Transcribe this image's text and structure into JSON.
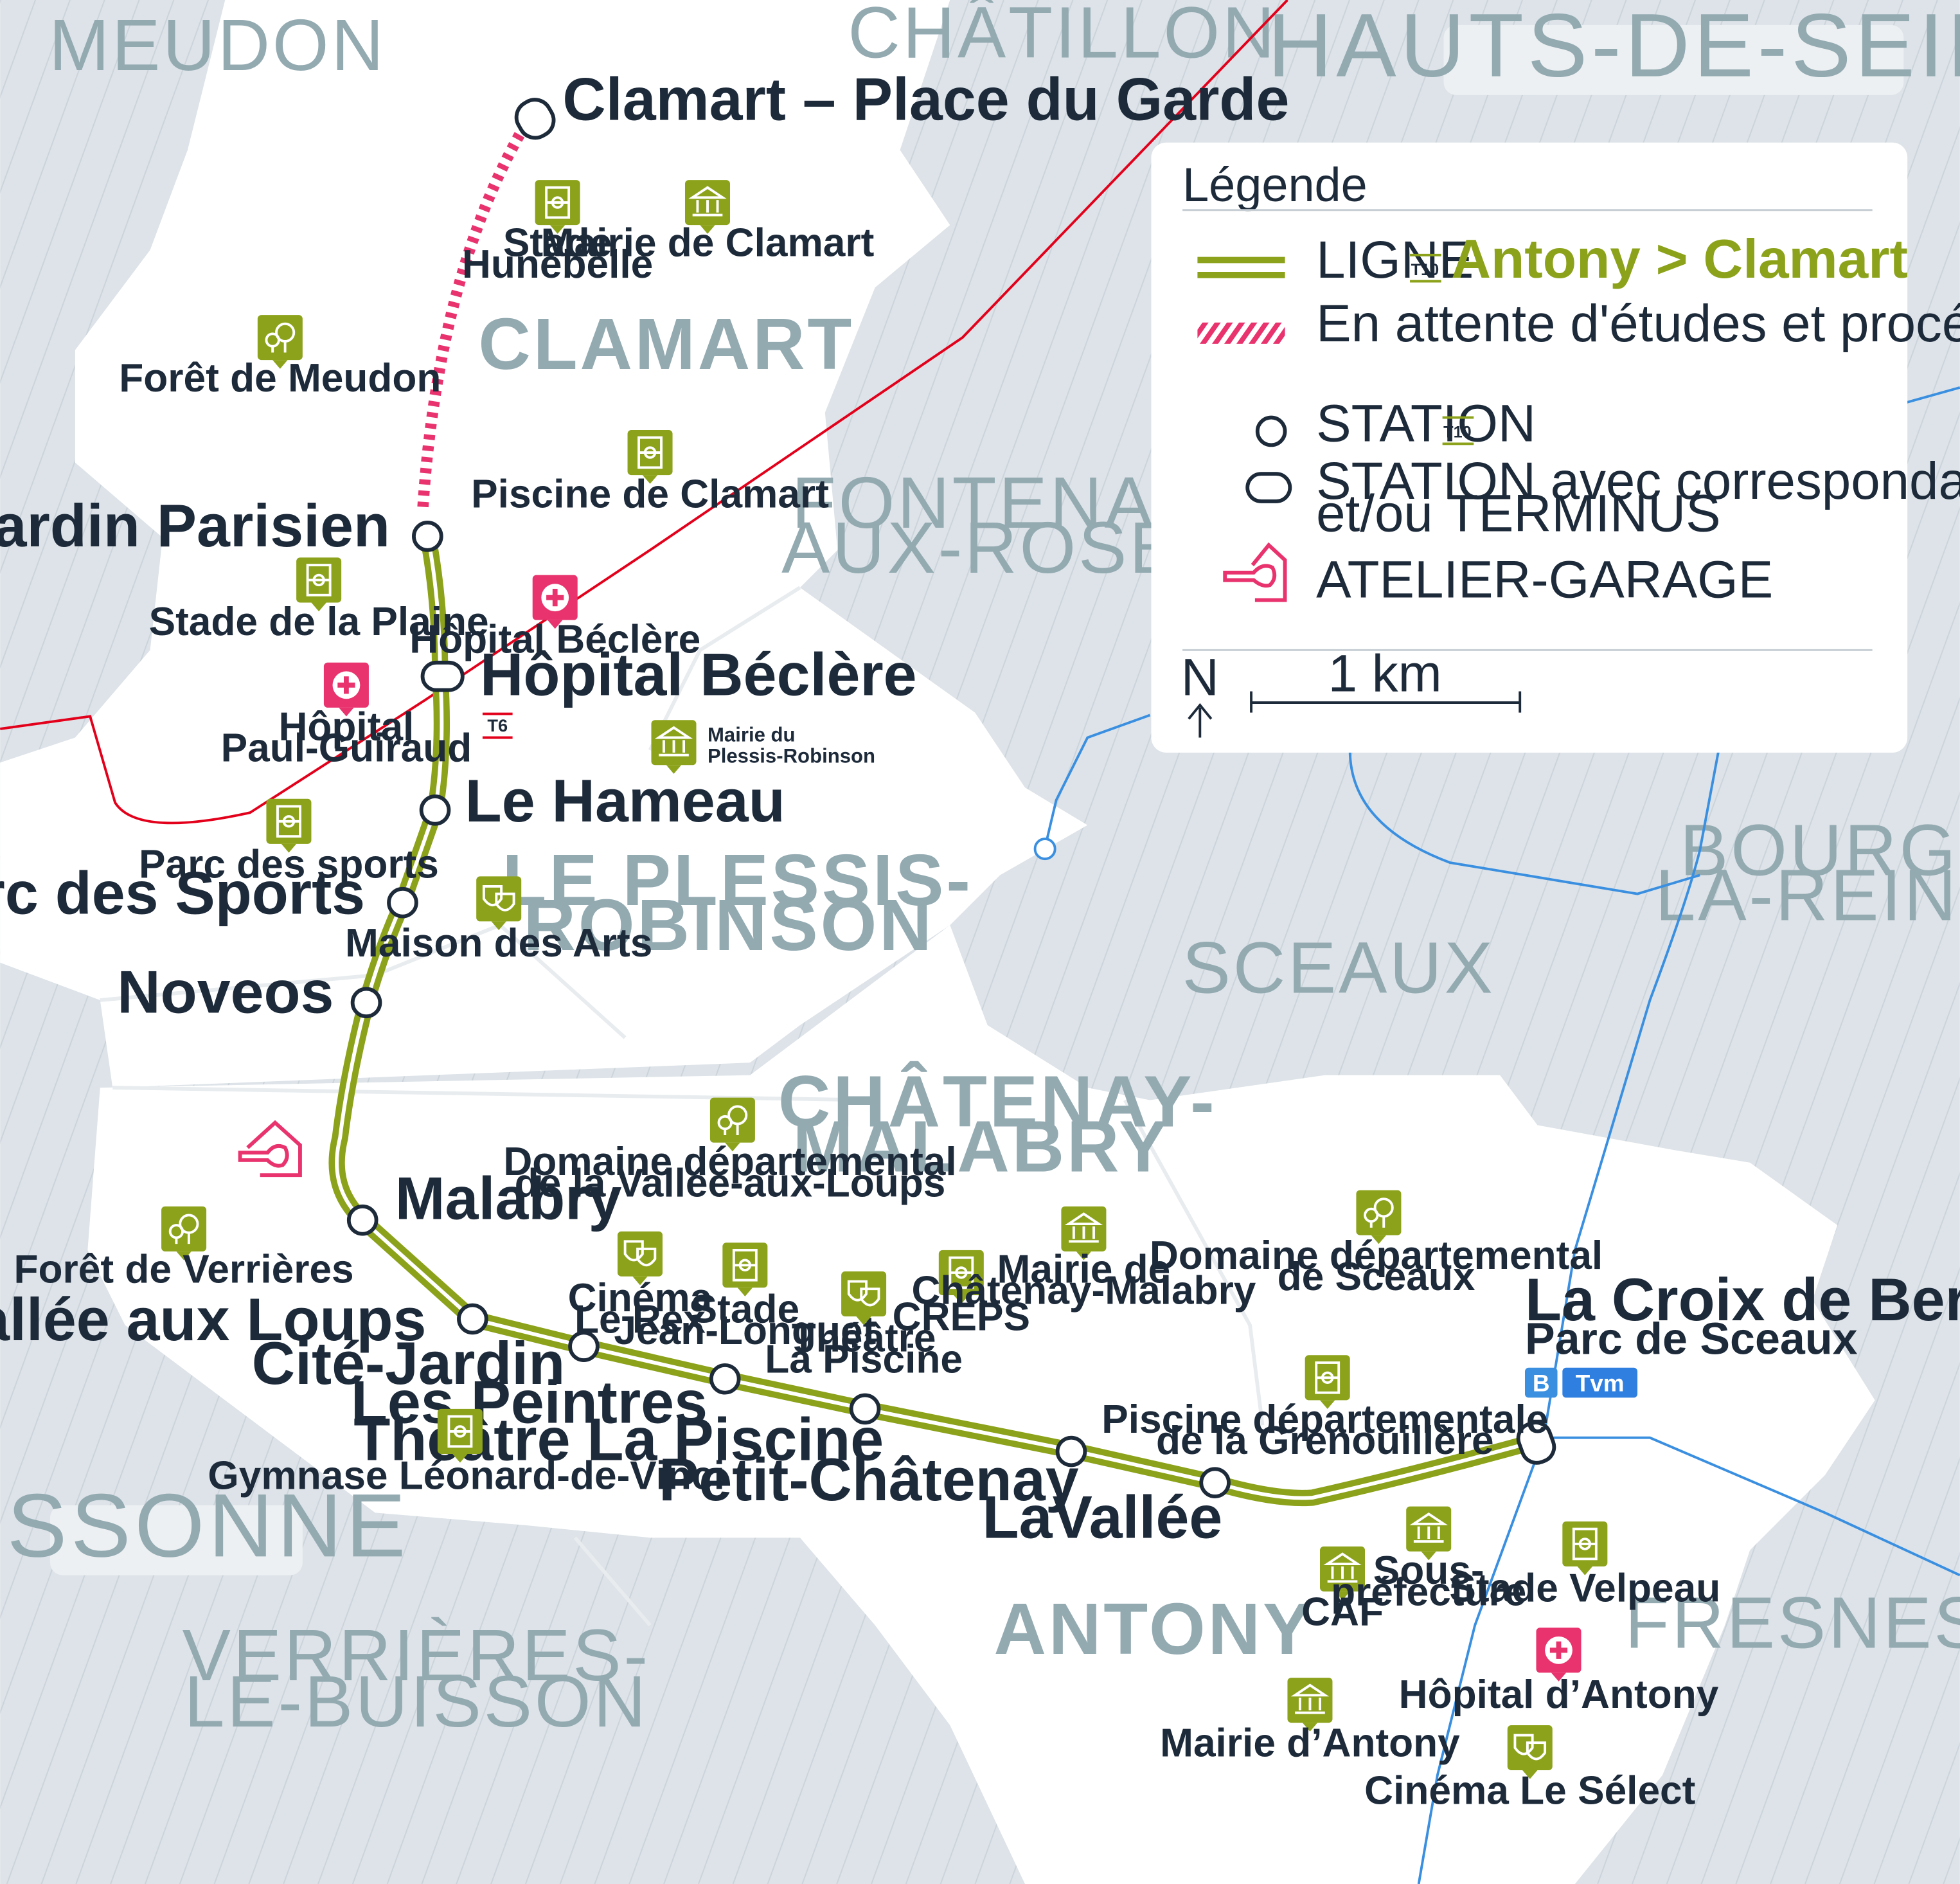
{
  "departments": {
    "top_right": "HAUTS-DE-SEINE",
    "bottom_left": "ESSONNE"
  },
  "communes": {
    "meudon": "MEUDON",
    "chatillon": "CHÂTILLON",
    "clamart": "CLAMART",
    "fontenay_1": "FONTENAY-",
    "fontenay_2": "AUX-ROSES",
    "plessis_1": "LE PLESSIS-",
    "plessis_2": "ROBINSON",
    "sceaux": "SCEAUX",
    "bourg_1": "BOURG-",
    "bourg_2": "LA-REINE",
    "chatenay_1": "CHÂTENAY-",
    "chatenay_2": "MALABRY",
    "verrieres_1": "VERRIÈRES-",
    "verrieres_2": "LE-BUISSON",
    "antony": "ANTONY",
    "fresnes": "FRESNES"
  },
  "stations": {
    "clamart_garde": "Clamart – Place du Garde",
    "jardin_parisien": "Jardin Parisien",
    "hopital_beclere": "Hôpital Béclère",
    "le_hameau": "Le Hameau",
    "parc_des_sports": "Parc des Sports",
    "noveos": "Noveos",
    "malabry": "Malabry",
    "vallee_aux_loups": "Vallée aux Loups",
    "cite_jardin": "Cité-Jardin",
    "les_peintres": "Les Peintres",
    "theatre_la_piscine": "Théâtre La Piscine",
    "petit_chatenay": "Petit-Châtenay",
    "lavallee": "LaVallée",
    "croix_de_berny": "La Croix de Berny",
    "croix_de_berny_sub": "Parc de Sceaux"
  },
  "badges": {
    "t6": "T6",
    "b": "B",
    "tvm": "Tvm",
    "t10": "T10"
  },
  "pois": {
    "stade_hunebelle_1": "Stade",
    "stade_hunebelle_2": "Hunebelle",
    "mairie_clamart": "Mairie de Clamart",
    "foret_meudon": "Forêt de Meudon",
    "piscine_clamart": "Piscine de Clamart",
    "stade_plaine": "Stade de la Plaine",
    "hopital_beclere": "Hôpital Béclère",
    "hopital_pg_1": "Hôpital",
    "hopital_pg_2": "Paul-Guiraud",
    "mairie_plessis_1": "Mairie du",
    "mairie_plessis_2": "Plessis-Robinson",
    "parc_sports": "Parc des sports",
    "maison_arts": "Maison des Arts",
    "domaine_vallee_1": "Domaine départemental",
    "domaine_vallee_2": "de la Vallée-aux-Loups",
    "foret_verrieres": "Forêt de Verrières",
    "cinema_rex_1": "Cinéma",
    "cinema_rex_2": "Le Rex",
    "stade_jl_1": "Stade",
    "stade_jl_2": "Jean-Longuet",
    "theatre_piscine_1": "Théâtre",
    "theatre_piscine_2": "La Piscine",
    "creps": "CREPS",
    "mairie_chatenay_1": "Mairie de",
    "mairie_chatenay_2": "Châtenay-Malabry",
    "domaine_sceaux_1": "Domaine départemental",
    "domaine_sceaux_2": "de Sceaux",
    "piscine_gren_1": "Piscine départementale",
    "piscine_gren_2": "de la Grenouillère",
    "gymnase": "Gymnase Léonard-de-Vinci",
    "caf": "CAF",
    "sous_pref_1": "Sous-",
    "sous_pref_2": "préfecture",
    "stade_velpeau": "Stade Velpeau",
    "hopital_antony": "Hôpital d’Antony",
    "mairie_antony": "Mairie d’Antony",
    "cinema_select": "Cinéma Le Sélect"
  },
  "legend": {
    "title": "Légende",
    "line_prefix": "LIGNE",
    "line_name": "Antony > Clamart",
    "pending": "En attente d'études et procédures en cours",
    "station": "STATION",
    "station_corr_1": "STATION avec correspondance",
    "station_corr_2": "et/ou TERMINUS",
    "atelier": "ATELIER-GARAGE",
    "north": "N",
    "scale": "1 km"
  },
  "colors": {
    "line_green": "#8ca21a",
    "pending_pink": "#e8336e",
    "t6_red": "#e3001b",
    "rer_blue": "#3a8fe0",
    "tvm_blue": "#2f7fe0",
    "poi_green": "#8ca21a",
    "health_pink": "#e8336e",
    "commune_grey": "#93aab1"
  }
}
